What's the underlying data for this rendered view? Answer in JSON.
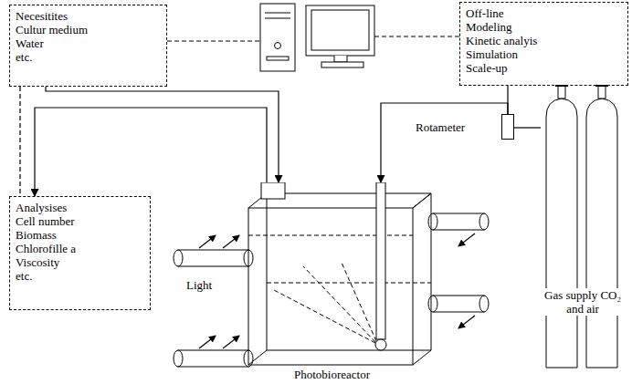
{
  "diagram": {
    "nodes": [
      {
        "text": [
          "Necesitites",
          "Cultur medium",
          "Water",
          "etc."
        ]
      },
      {
        "text": [
          "Off-line",
          "Modeling",
          "Kinetic analyis",
          "Simulation",
          "Scale-up"
        ]
      },
      {
        "text": [
          "Analysises",
          "Cell number",
          "Biomass",
          "Chlorofille a",
          "Viscosity",
          "etc."
        ]
      },
      {
        "text": [
          "Rotameter"
        ]
      },
      {
        "text": [
          "Gas supply CO₂ and air"
        ]
      },
      {
        "text": [
          "Photobioreactor"
        ]
      }
    ],
    "edges": [
      {
        "from": 0,
        "to": 5,
        "arrow": "to"
      },
      {
        "from": 5,
        "to": 2,
        "arrow": "to"
      },
      {
        "from": 3,
        "to": 5,
        "arrow": "to"
      },
      {
        "from": 4,
        "to": 3,
        "arrow": "none"
      },
      {
        "from": 0,
        "to": 2,
        "arrow": "none"
      },
      {
        "from": 1,
        "to": 3,
        "arrow": "none"
      }
    ],
    "labels": [
      "Light"
    ]
  }
}
